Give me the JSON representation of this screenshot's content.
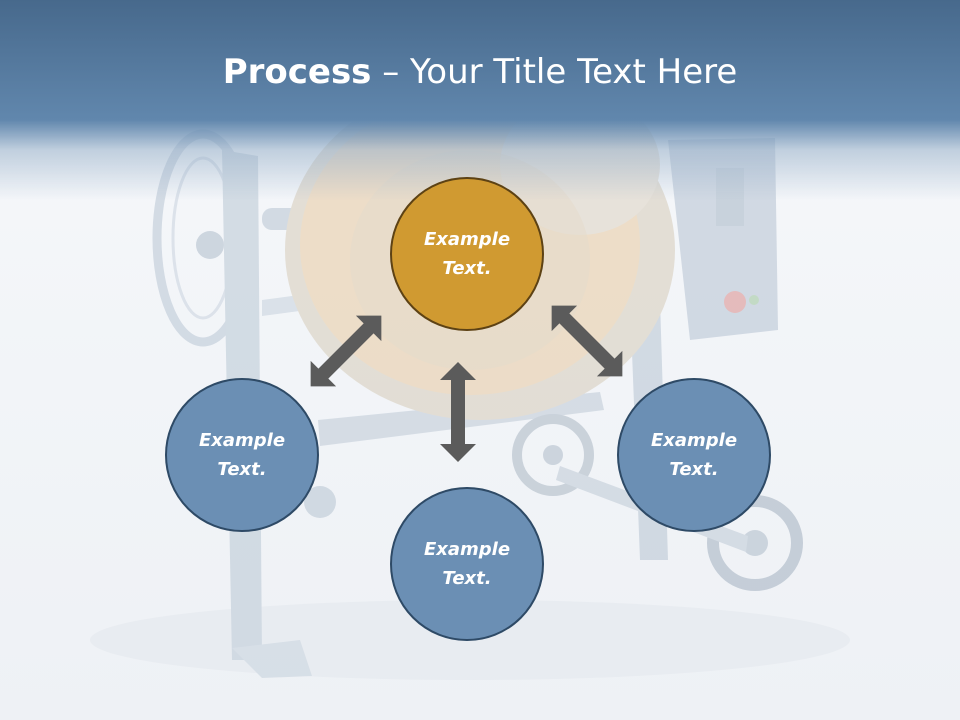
{
  "title": {
    "bold": "Process",
    "rest": " – Your Title Text Here"
  },
  "nodes": [
    {
      "text": "Example Text.",
      "highlight": true
    },
    {
      "text": "Example Text.",
      "highlight": false
    },
    {
      "text": "Example Text.",
      "highlight": false
    },
    {
      "text": "Example Text.",
      "highlight": false
    }
  ],
  "colors": {
    "header": "#5a7fa6",
    "highlight": "#d09a31",
    "node": "#6b8fb4",
    "arrow": "#5b5b5b"
  },
  "background_image": "cement-mixer"
}
